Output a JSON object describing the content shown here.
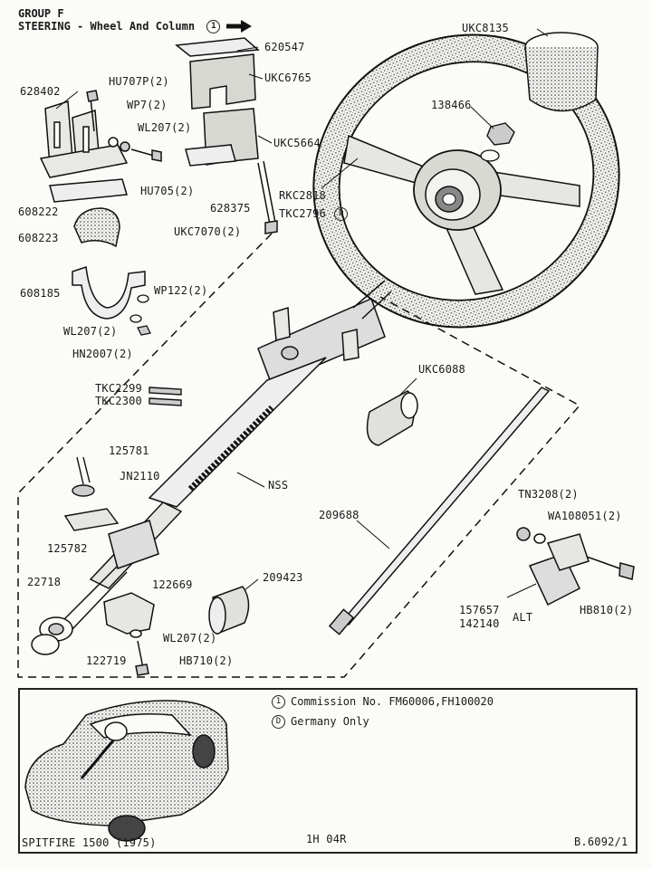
{
  "header": {
    "group": "GROUP F",
    "title_text": "STEERING - Wheel And Column",
    "title_marker": "1"
  },
  "parts": {
    "p628402": "628402",
    "hu707p": "HU707P(2)",
    "wp7": "WP7(2)",
    "wl207a": "WL207(2)",
    "hu705": "HU705(2)",
    "p608222": "608222",
    "p608223": "608223",
    "p608185": "608185",
    "wp122": "WP122(2)",
    "wl207b": "WL207(2)",
    "hn2007": "HN2007(2)",
    "p620547": "620547",
    "ukc6765": "UKC6765",
    "ukc5664": "UKC5664",
    "p628375": "628375",
    "ukc7070": "UKC7070(2)",
    "ukc8135": "UKC8135",
    "p138466": "138466",
    "rkc2818": "RKC2818",
    "tkc2796": "TKC2796",
    "tkc2796_marker": "D",
    "tkc2299": "TKC2299",
    "tkc2300": "TKC2300",
    "ukc6088": "UKC6088",
    "p125781": "125781",
    "jn2110": "JN2110",
    "p125782": "125782",
    "nss": "NSS",
    "p209688": "209688",
    "tn3208": "TN3208(2)",
    "wa108051": "WA108051(2)",
    "p22718": "22718",
    "p122669": "122669",
    "p209423": "209423",
    "hb810": "HB810(2)",
    "p157657": "157657",
    "p142140": "142140",
    "alt": "ALT",
    "wl207c": "WL207(2)",
    "hb710": "HB710(2)",
    "p122719": "122719"
  },
  "notes": [
    {
      "marker": "1",
      "text": "Commission No. FM60006,FH100020"
    },
    {
      "marker": "D",
      "text": "Germany Only"
    }
  ],
  "footer": {
    "model": "SPITFIRE 1500 (1975)",
    "code": "1H 04R",
    "plate": "B.6092/1"
  }
}
